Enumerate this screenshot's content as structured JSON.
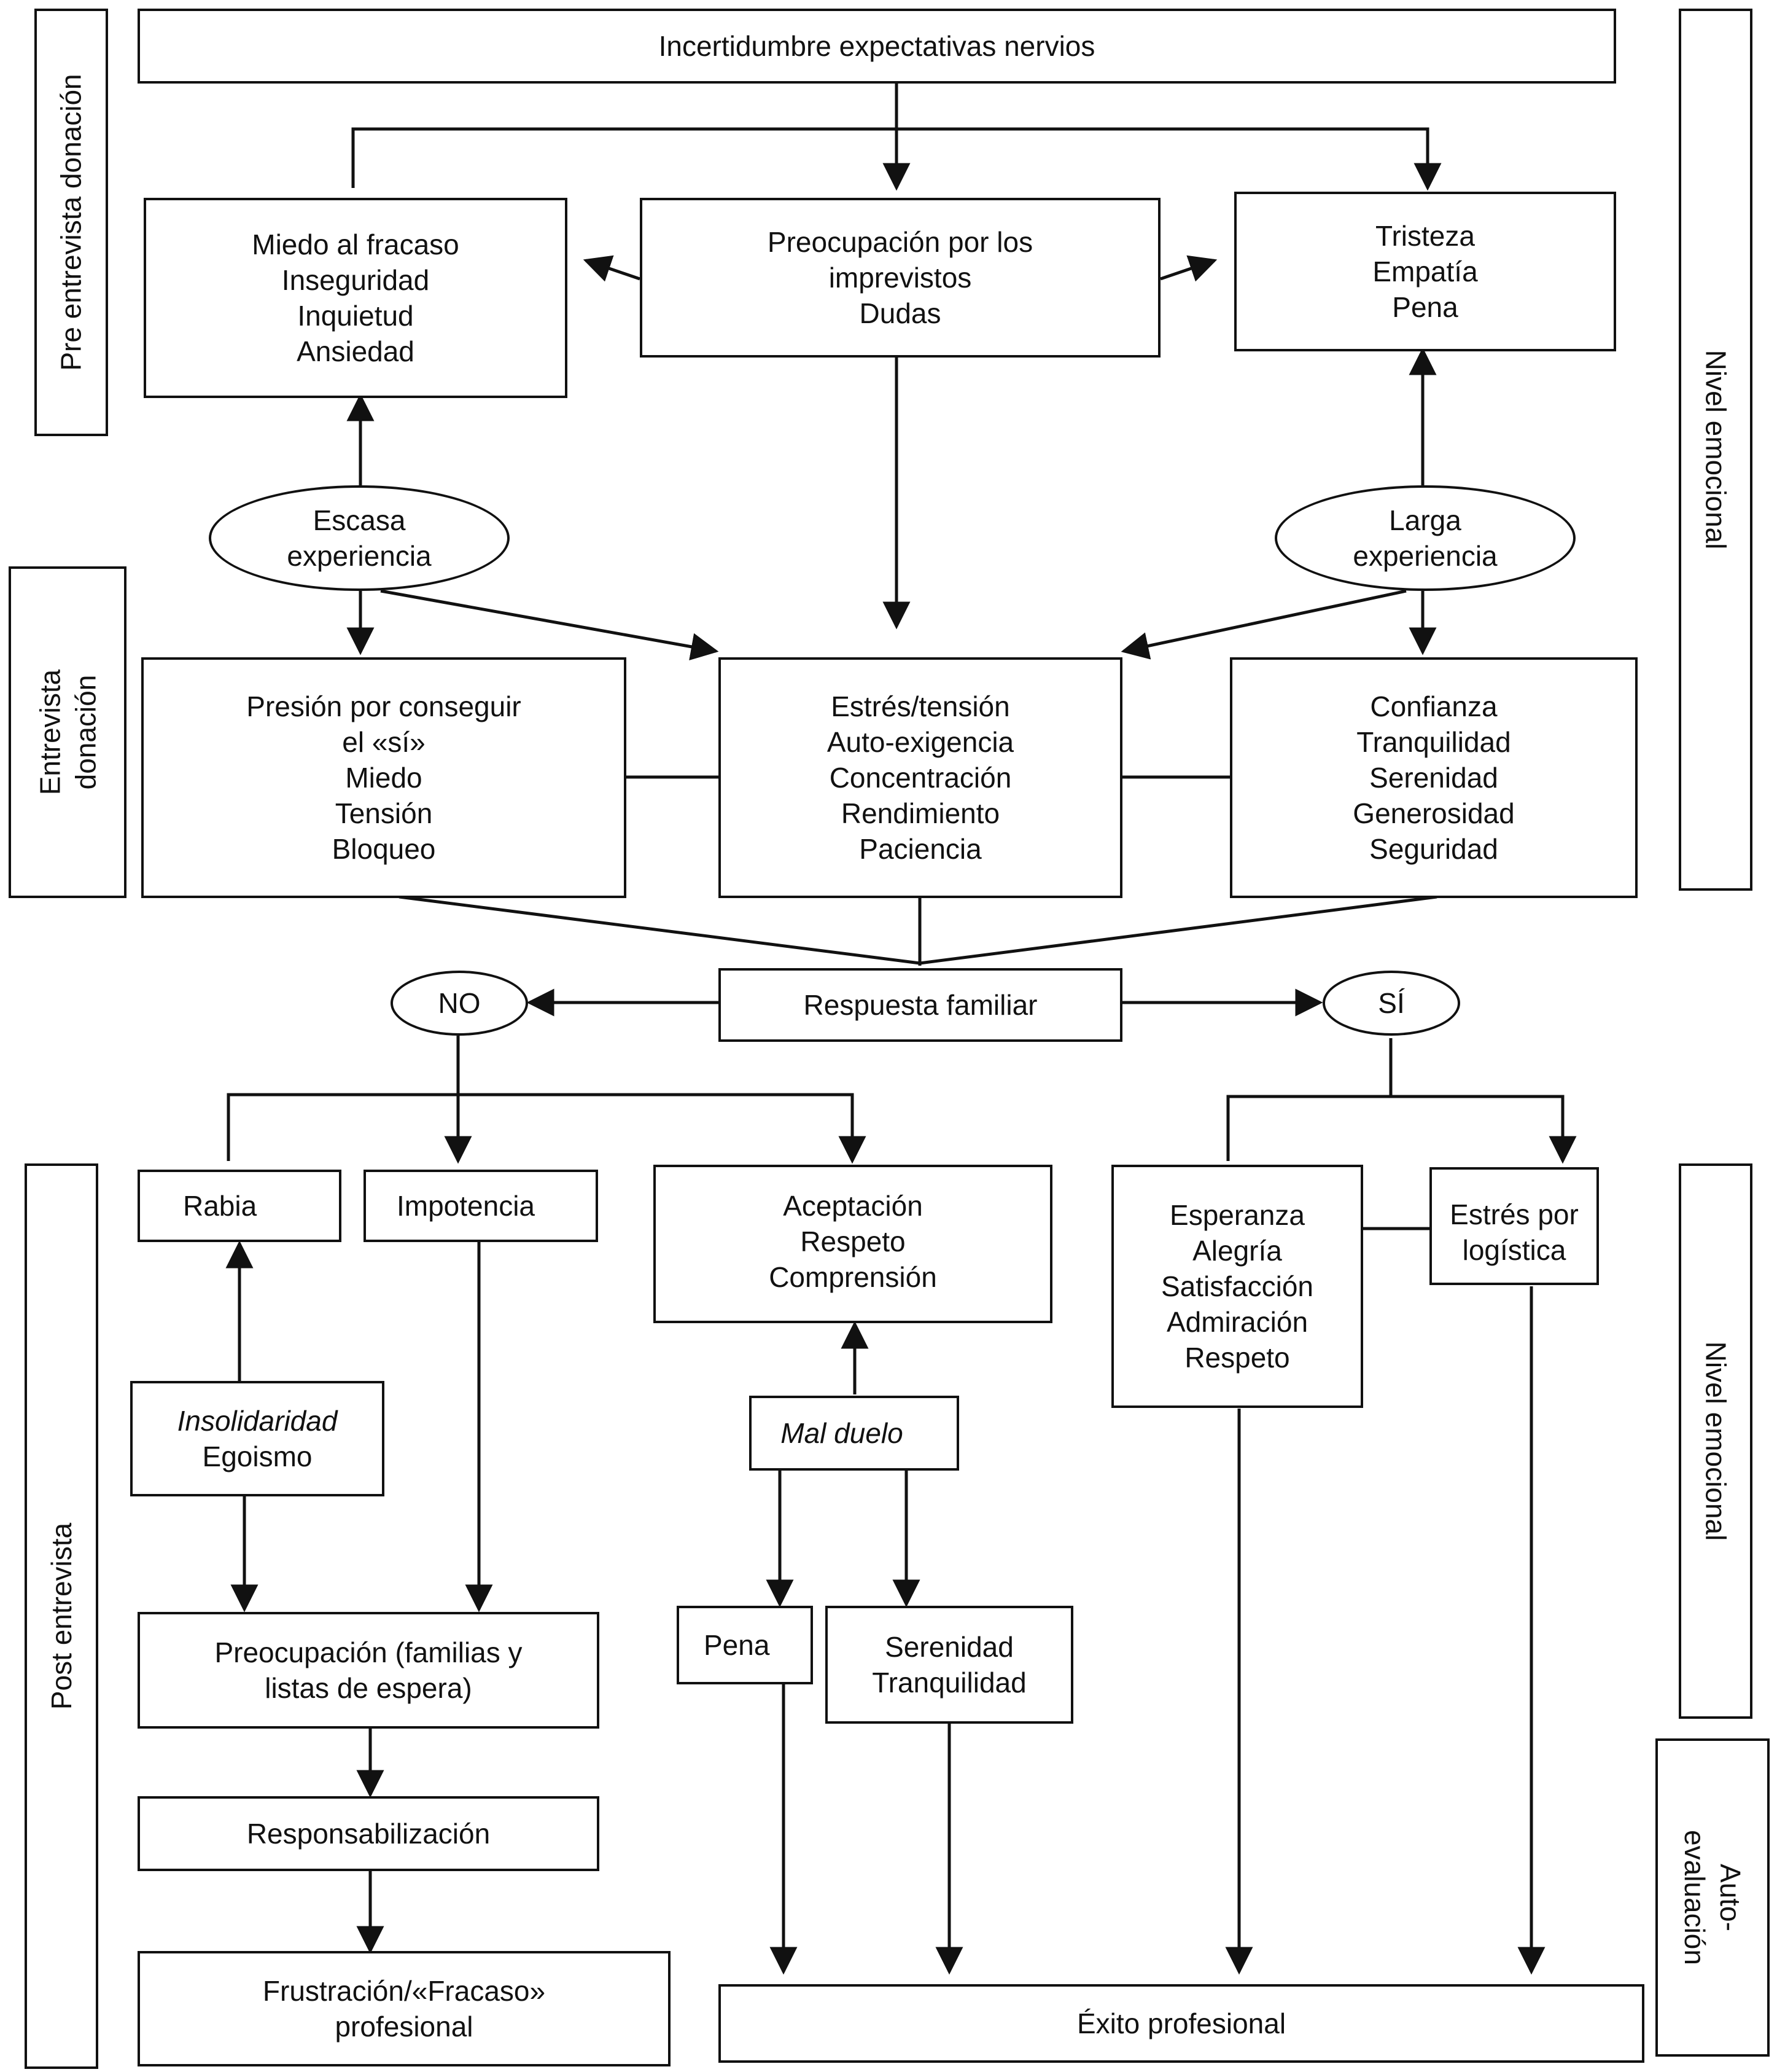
{
  "side_labels": {
    "pre": "Pre entrevista donación",
    "entrevista": "Entrevista\ndonación",
    "post": "Post entrevista",
    "nivel_1": "Nivel emocional",
    "nivel_2": "Nivel emocional",
    "auto": "Auto-\nevaluación"
  },
  "boxes": {
    "top": "Incertidumbre expectativas nervios",
    "miedo": "Miedo al fracaso\nInseguridad\nInquietud\nAnsiedad",
    "preocupacion": "Preocupación por los\nimprevistos\nDudas",
    "tristeza": "Tristeza\nEmpatía\nPena",
    "escasa": "Escasa\nexperiencia",
    "larga": "Larga\nexperiencia",
    "presion": "Presión por conseguir\nel «sí»\nMiedo\nTensión\nBloqueo",
    "estres": "Estrés/tensión\nAuto-exigencia\nConcentración\nRendimiento\nPaciencia",
    "confianza": "Confianza\nTranquilidad\nSerenidad\nGenerosidad\nSeguridad",
    "respuesta": "Respuesta familiar",
    "no": "NO",
    "si": "SÍ",
    "rabia": "Rabia",
    "impotencia": "Impotencia",
    "aceptacion": "Aceptación\nRespeto\nComprensión",
    "esperanza": "Esperanza\nAlegría\nSatisfacción\nAdmiración\nRespeto",
    "estres_logistica": "Estrés por\nlogística",
    "insolidaridad": "Insolidaridad",
    "egoismo": "Egoismo",
    "mal_duelo": "Mal duelo",
    "preocupacion_familias": "Preocupación (familias y\nlistas de espera)",
    "pena": "Pena",
    "serenidad": "Serenidad\nTranquilidad",
    "responsabilizacion": "Responsabilización",
    "frustracion": "Frustración/«Fracaso»\nprofesional",
    "exito": "Éxito profesional"
  }
}
